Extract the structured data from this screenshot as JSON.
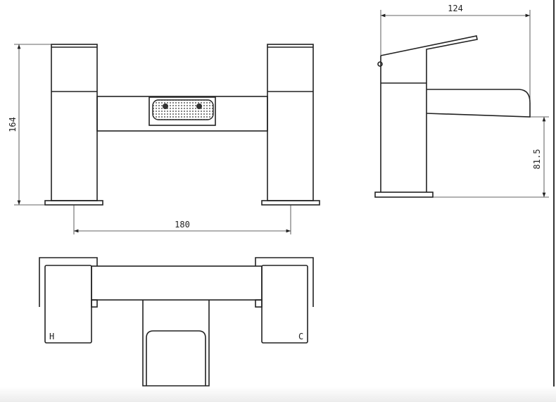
{
  "dimensions": {
    "height": "164",
    "width_centers": "180",
    "depth": "124",
    "spout_height": "81.5"
  },
  "labels": {
    "hot": "H",
    "cold": "C"
  },
  "colors": {
    "line": "#222222",
    "background": "#ffffff"
  }
}
